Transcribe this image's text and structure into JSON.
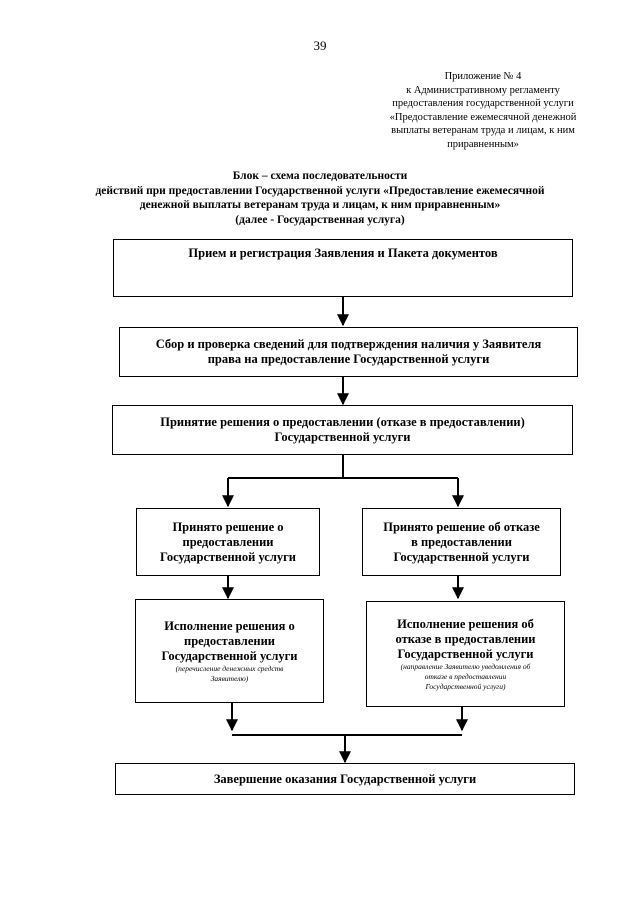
{
  "page_number": "39",
  "appendix": {
    "lines": [
      "Приложение № 4",
      "к Административному регламенту",
      "предоставления государственной услуги",
      "«Предоставление ежемесячной денежной",
      "выплаты ветеранам труда и лицам, к ним",
      "приравненным»"
    ]
  },
  "title": {
    "lines": [
      "Блок – схема последовательности",
      "действий при предоставлении Государственной услуги «Предоставление ежемесячной",
      "денежной выплаты ветеранам труда и лицам, к ним приравненным»",
      "(далее - Государственная услуга)"
    ]
  },
  "flowchart": {
    "step1": {
      "lines": [
        "Прием и регистрация Заявления и Пакета документов"
      ]
    },
    "step2": {
      "lines": [
        "Сбор и проверка сведений для подтверждения наличия у Заявителя",
        "права  на предоставление Государственной услуги"
      ]
    },
    "step3": {
      "lines": [
        "Принятие решения о предоставлении (отказе в предоставлении)",
        "Государственной услуги"
      ]
    },
    "approve": {
      "lines": [
        "Принято решение о",
        "предоставлении",
        "Государственной услуги"
      ]
    },
    "refuse": {
      "lines": [
        "Принято решение об отказе",
        "в  предоставлении",
        "Государственной услуги"
      ]
    },
    "exec_approve": {
      "lines": [
        "Исполнение решения о",
        "предоставлении",
        "Государственной услуги"
      ],
      "note": [
        "(перечисление денежных средств",
        "Заявителю)"
      ]
    },
    "exec_refuse": {
      "lines": [
        "Исполнение решения об",
        "отказе в предоставлении",
        "Государственной услуги"
      ],
      "note": [
        "(направление Заявителю уведомления об",
        "отказе в предоставлении",
        "Государственной услуги)"
      ]
    },
    "final": {
      "lines": [
        "Завершение оказания Государственной услуги"
      ]
    }
  }
}
